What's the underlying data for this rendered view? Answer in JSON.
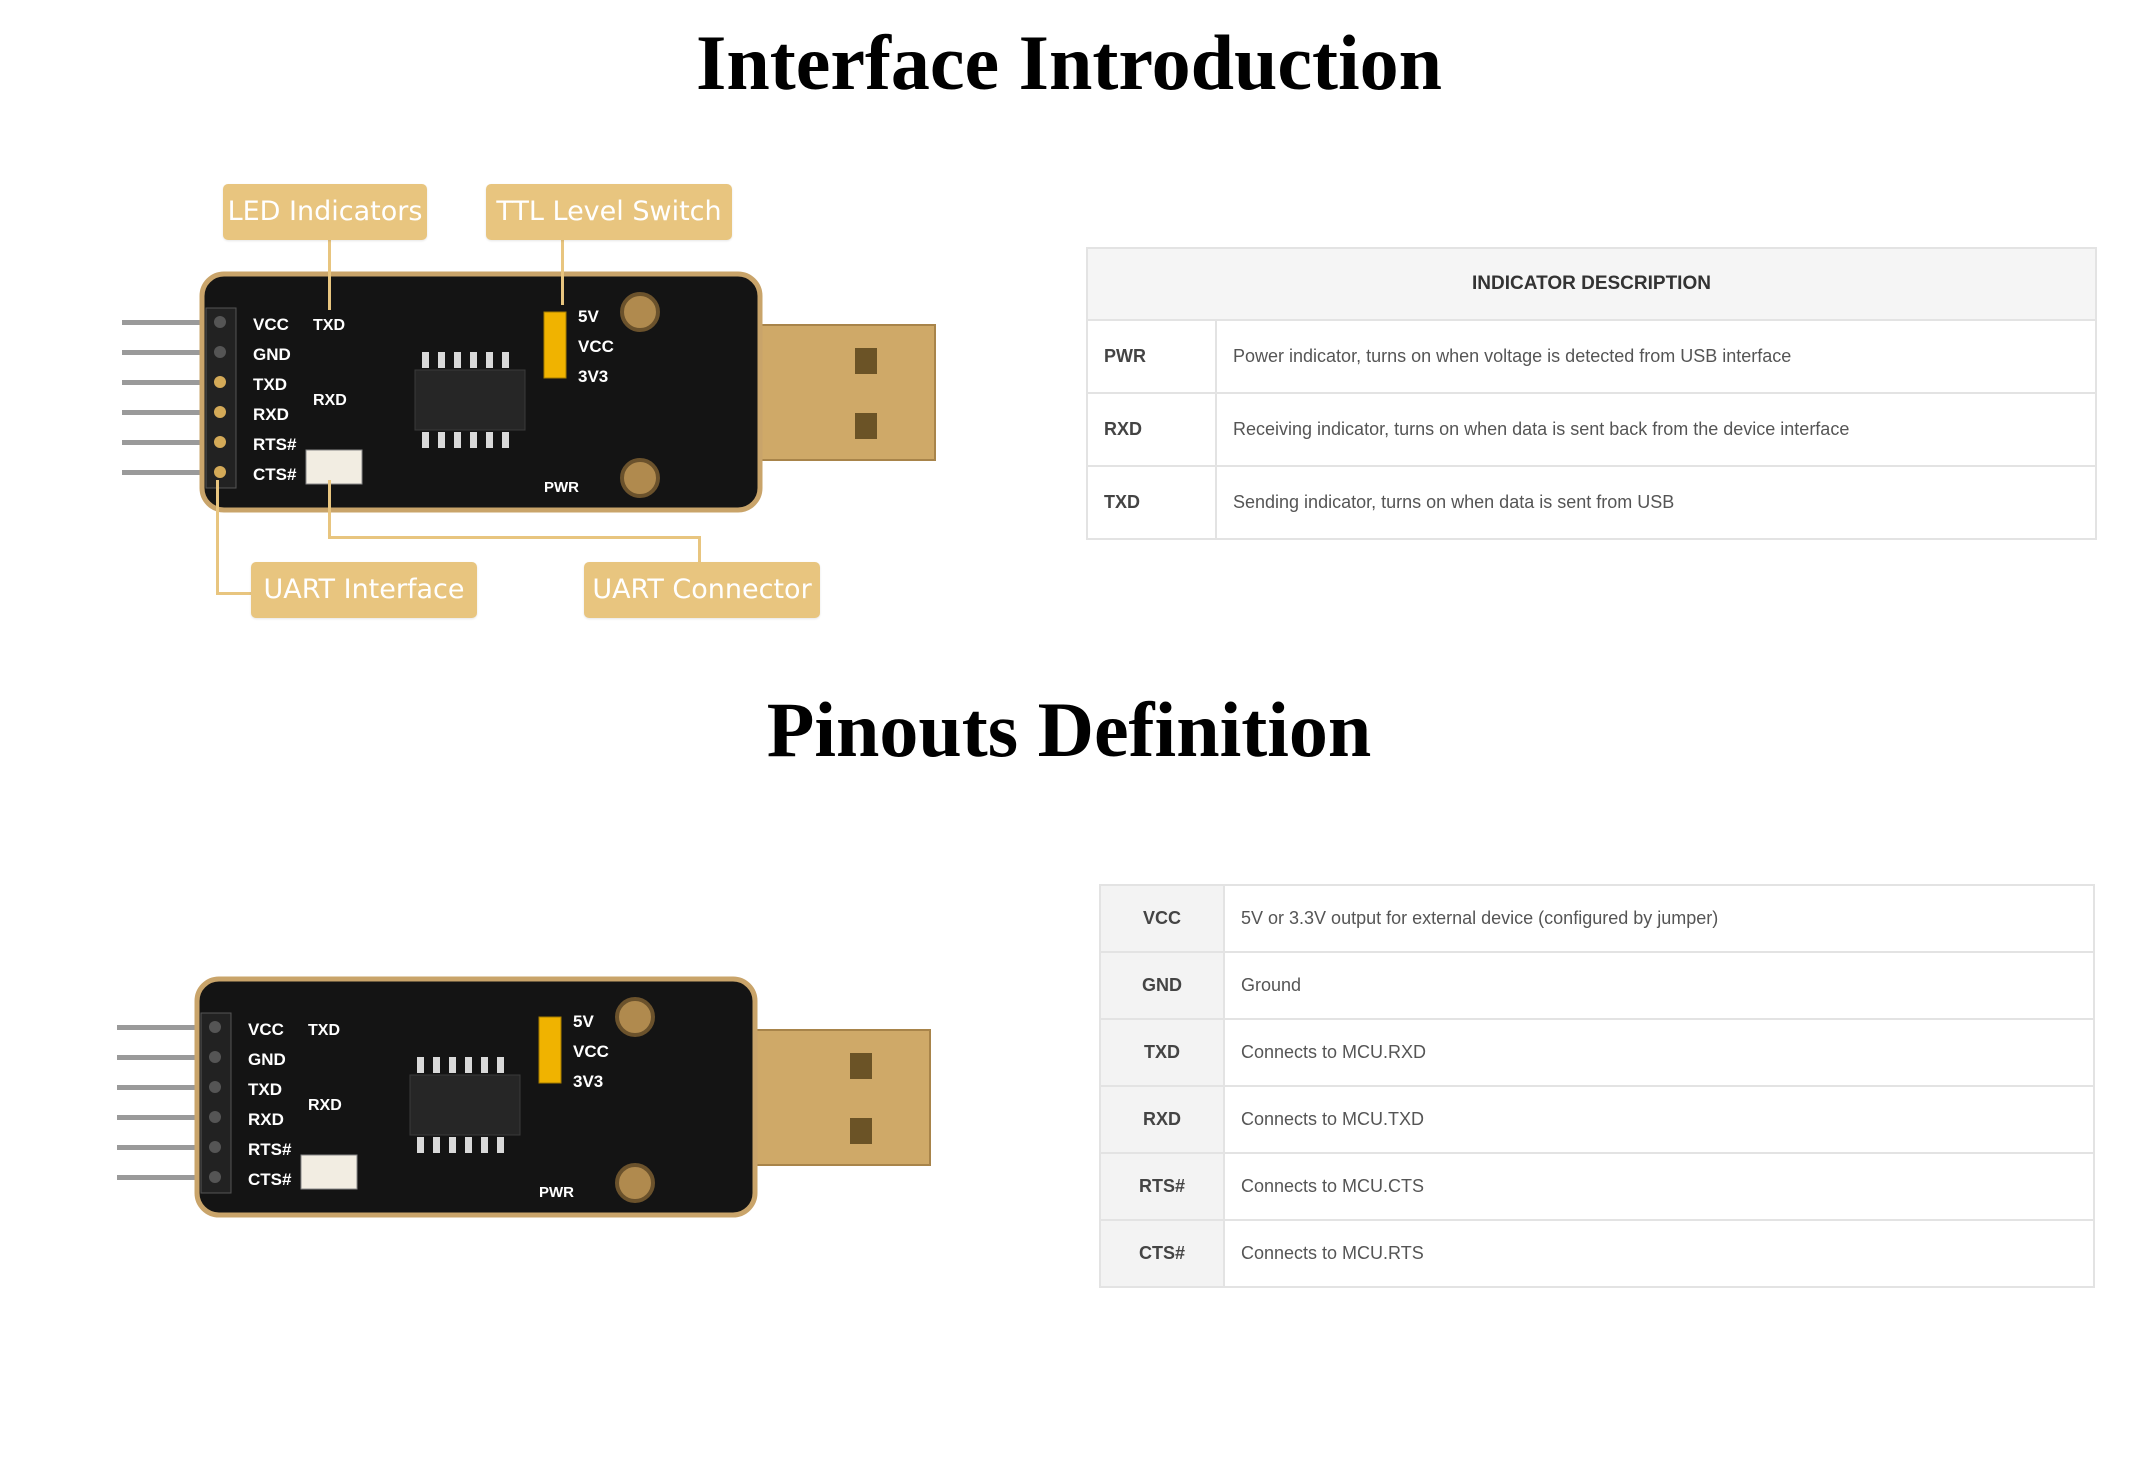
{
  "headings": {
    "interface": "Interface Introduction",
    "pinouts": "Pinouts Definition"
  },
  "callouts": {
    "led": "LED Indicators",
    "ttl": "TTL Level Switch",
    "uart_interface": "UART Interface",
    "uart_connector": "UART Connector"
  },
  "board": {
    "pins": [
      "VCC",
      "GND",
      "TXD",
      "RXD",
      "RTS#",
      "CTS#"
    ],
    "led_labels": [
      "TXD",
      "RXD"
    ],
    "voltage_labels": [
      "5V",
      "VCC",
      "3V3"
    ],
    "pwr_label": "PWR",
    "colors": {
      "pcb": "#141414",
      "gold": "#cfa968",
      "jumper": "#f0b300",
      "callout": "#e8c57f"
    }
  },
  "indicator_table": {
    "header": "INDICATOR DESCRIPTION",
    "rows": [
      {
        "key": "PWR",
        "desc": "Power indicator, turns on when voltage is detected from USB interface"
      },
      {
        "key": "RXD",
        "desc": "Receiving indicator, turns on when data is sent back from the device interface"
      },
      {
        "key": "TXD",
        "desc": "Sending indicator, turns on when data is sent from USB"
      }
    ]
  },
  "pinout_table": {
    "rows": [
      {
        "key": "VCC",
        "desc": "5V or 3.3V output for external device (configured by jumper)"
      },
      {
        "key": "GND",
        "desc": "Ground"
      },
      {
        "key": "TXD",
        "desc": "Connects to MCU.RXD"
      },
      {
        "key": "RXD",
        "desc": "Connects to MCU.TXD"
      },
      {
        "key": "RTS#",
        "desc": "Connects to MCU.CTS"
      },
      {
        "key": "CTS#",
        "desc": "Connects to MCU.RTS"
      }
    ]
  }
}
